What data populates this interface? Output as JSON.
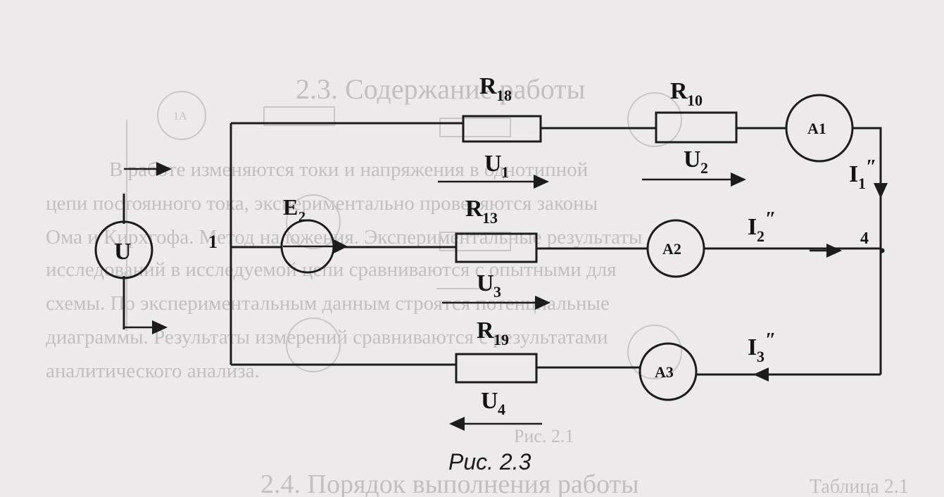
{
  "caption": "Рис. 2.3",
  "nodes": {
    "n1": "1",
    "n4": "4"
  },
  "source": {
    "U": "U",
    "E2": "E",
    "E2_sub": "2"
  },
  "resistors": {
    "r18": {
      "name": "R",
      "sub": "18"
    },
    "r10": {
      "name": "R",
      "sub": "10"
    },
    "r13": {
      "name": "R",
      "sub": "13"
    },
    "r19": {
      "name": "R",
      "sub": "19"
    }
  },
  "meters": {
    "a1": "A1",
    "a2": "A2",
    "a3": "A3"
  },
  "voltages": {
    "u1": {
      "name": "U",
      "sub": "1"
    },
    "u2": {
      "name": "U",
      "sub": "2"
    },
    "u3": {
      "name": "U",
      "sub": "3"
    },
    "u4": {
      "name": "U",
      "sub": "4"
    }
  },
  "currents": {
    "i1": {
      "name": "I",
      "sub": "1",
      "sup": "″"
    },
    "i2": {
      "name": "I",
      "sub": "2",
      "sup": "″"
    },
    "i3": {
      "name": "I",
      "sub": "3",
      "sup": "″"
    }
  },
  "bleed_through": {
    "heading": "2.3. Содержание работы",
    "line1": "В работе изменяются токи и напряжения в однотипной",
    "line2": "цепи постоянного тока, экспериментально проверяются законы",
    "line3": "Ома и Кирхгофа. Метод наложения. Экспериментальные результаты",
    "line4": "исследований в исследуемой цепи сравниваются с опытными для",
    "line5": "схемы. По экспериментальным данным строятся потенциальные",
    "line6": "диаграммы. Результаты измерений сравниваются с результатами",
    "line7": "аналитического анализа.",
    "fig": "Рис. 2.1",
    "heading2": "2.4. Порядок выполнения работы",
    "table": "Таблица 2.1",
    "meter": "1А"
  }
}
